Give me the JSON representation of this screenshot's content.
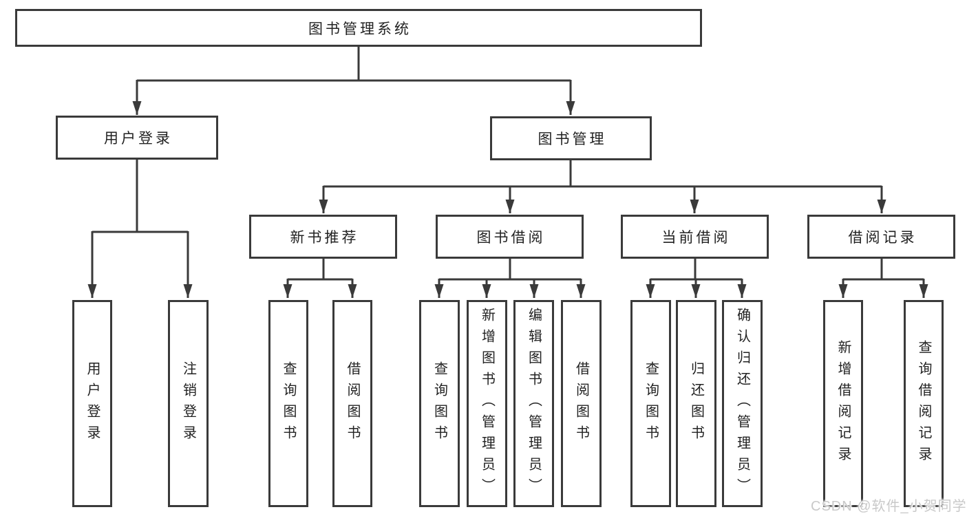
{
  "root_label": "图书管理系统",
  "branches": [
    {
      "label": "用户登录",
      "children": [
        {
          "label": "用户登录"
        },
        {
          "label": "注销登录"
        }
      ]
    },
    {
      "label": "图书管理",
      "groups": [
        {
          "label": "新书推荐",
          "children": [
            {
              "label": "查询图书"
            },
            {
              "label": "借阅图书"
            }
          ]
        },
        {
          "label": "图书借阅",
          "children": [
            {
              "label": "查询图书"
            },
            {
              "label": "新增图书（管理员）"
            },
            {
              "label": "编辑图书（管理员）"
            },
            {
              "label": "借阅图书"
            }
          ]
        },
        {
          "label": "当前借阅",
          "children": [
            {
              "label": "查询图书"
            },
            {
              "label": "归还图书"
            },
            {
              "label": "确认归还（管理员）"
            }
          ]
        },
        {
          "label": "借阅记录",
          "children": [
            {
              "label": "新增借阅记录"
            },
            {
              "label": "查询借阅记录"
            }
          ]
        }
      ]
    }
  ],
  "watermark": "CSDN @软件_小贺同学",
  "colors": {
    "line": "#3a3a3a",
    "text": "#222222",
    "background": "#ffffff",
    "watermark": "#c9c9c9"
  }
}
